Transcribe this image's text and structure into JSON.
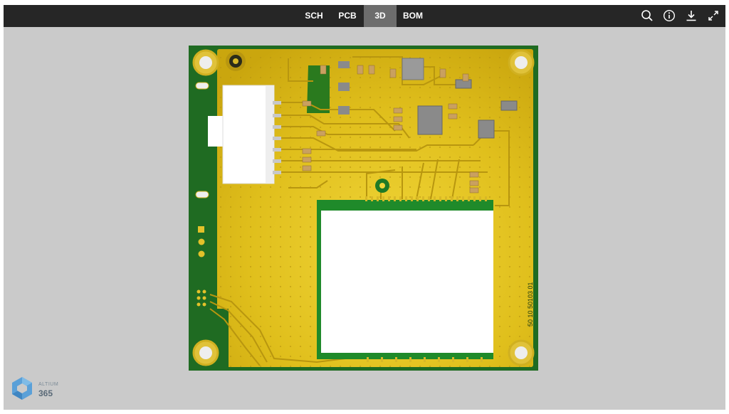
{
  "toolbar": {
    "tabs": [
      {
        "label": "SCH",
        "active": false
      },
      {
        "label": "PCB",
        "active": false
      },
      {
        "label": "3D",
        "active": true
      },
      {
        "label": "BOM",
        "active": false
      }
    ],
    "icons": [
      "search-icon",
      "info-icon",
      "download-icon",
      "fullscreen-icon"
    ]
  },
  "board": {
    "silkscreen_text": "50 10 50103 01",
    "colors": {
      "board_green": "#1f6b22",
      "copper_fill": "#e3c21c",
      "module_white": "#ffffff",
      "viewer_bg": "#cacaca",
      "toolbar_bg": "#262626",
      "active_tab_bg": "#6d6d6d"
    }
  },
  "logo": {
    "top": "ALTIUM",
    "bottom": "365"
  }
}
